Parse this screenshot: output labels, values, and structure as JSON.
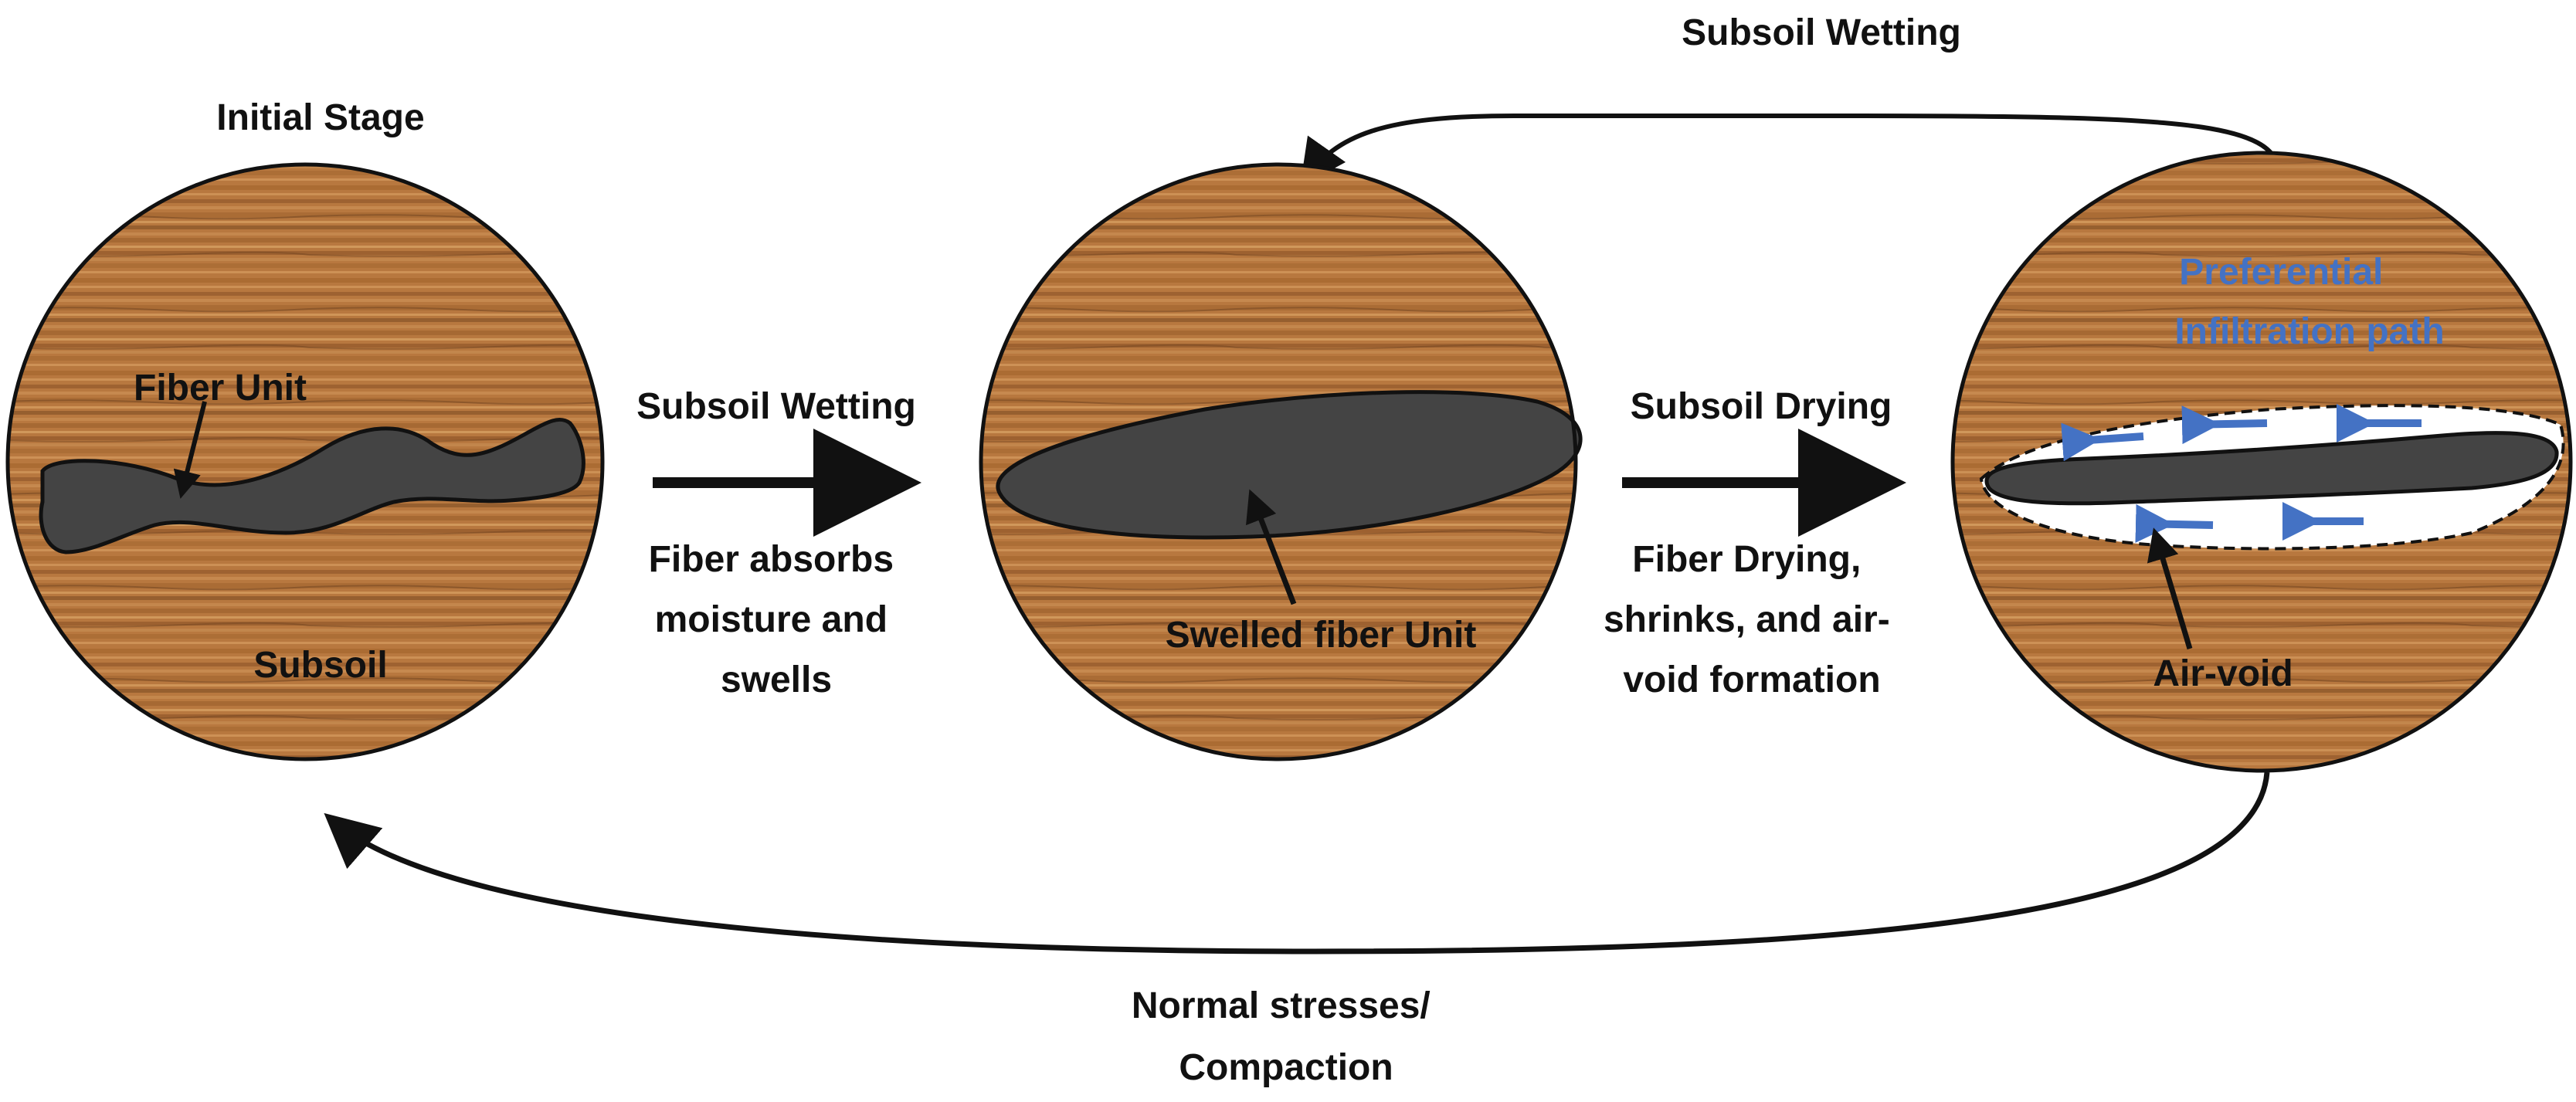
{
  "labels": {
    "initial_stage": "Initial Stage",
    "fiber_unit": "Fiber Unit",
    "subsoil": "Subsoil",
    "wetting_top": "Subsoil Wetting",
    "wetting_mid": "Subsoil Wetting",
    "fiber_absorbs": [
      "Fiber absorbs",
      "moisture and",
      "swells"
    ],
    "swelled_fiber": "Swelled fiber Unit",
    "drying": "Subsoil Drying",
    "fiber_drying": [
      "Fiber Drying,",
      "shrinks, and air-",
      "void formation"
    ],
    "preferential": [
      "Preferential",
      "Infiltration path"
    ],
    "air_void": "Air-void",
    "normal_stresses": [
      "Normal stresses/",
      "Compaction"
    ]
  },
  "colors": {
    "soil_base": "#b8783f",
    "soil_dark": "#7a4a22",
    "soil_light": "#d59a5e",
    "fiber": "#444444",
    "air_void": "#ffffff",
    "infiltration_arrow": "#4472c4",
    "infiltration_text": "#4472c4",
    "outline": "#111111"
  },
  "icons": {
    "process_arrow": "right-arrow-icon",
    "cycle_arrow": "curved-arrow-icon",
    "pointer_arrow": "pointer-arrow-icon"
  }
}
